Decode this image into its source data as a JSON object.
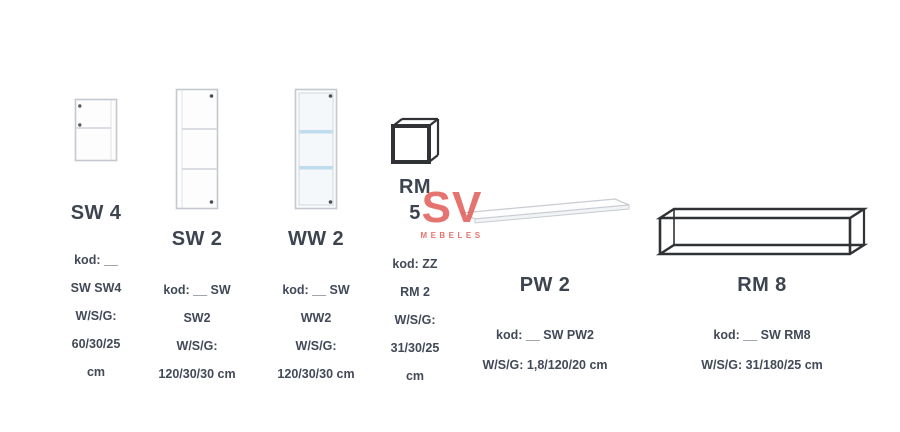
{
  "page": {
    "background": "#ffffff",
    "text_color": "#3f4653",
    "accent_frame_color": "#303236",
    "glass_color": "#bfdcee"
  },
  "watermark": {
    "line1": "SV",
    "line2": "MEBELES",
    "color": "#e2605c"
  },
  "products": [
    {
      "id": "sw4",
      "title": "SW 4",
      "image": "white-wall-cabinet-small",
      "spec_lines": [
        "kod: __",
        "SW SW4",
        "W/S/G:",
        "60/30/25",
        "cm"
      ]
    },
    {
      "id": "sw2",
      "title": "SW 2",
      "image": "white-tall-open-shelf-cabinet",
      "spec_lines": [
        "kod: __ SW",
        "SW2",
        "W/S/G:",
        "120/30/30 cm"
      ]
    },
    {
      "id": "ww2",
      "title": "WW 2",
      "image": "white-tall-glass-door-cabinet",
      "spec_lines": [
        "kod: __ SW",
        "WW2",
        "W/S/G:",
        "120/30/30 cm"
      ]
    },
    {
      "id": "rm5",
      "title": "RM 5",
      "image": "black-metal-frame-cube",
      "spec_lines": [
        "kod: ZZ",
        "RM 2",
        "W/S/G:",
        "31/30/25",
        "cm"
      ]
    },
    {
      "id": "pw2",
      "title": "PW 2",
      "image": "white-wall-shelf-panel",
      "spec_lines": [
        "kod: __ SW PW2",
        "W/S/G: 1,8/120/20 cm"
      ]
    },
    {
      "id": "rm8",
      "title": "RM 8",
      "image": "black-metal-frame-long-shelf",
      "spec_lines": [
        "kod: __ SW RM8",
        "W/S/G: 31/180/25 cm"
      ]
    }
  ]
}
